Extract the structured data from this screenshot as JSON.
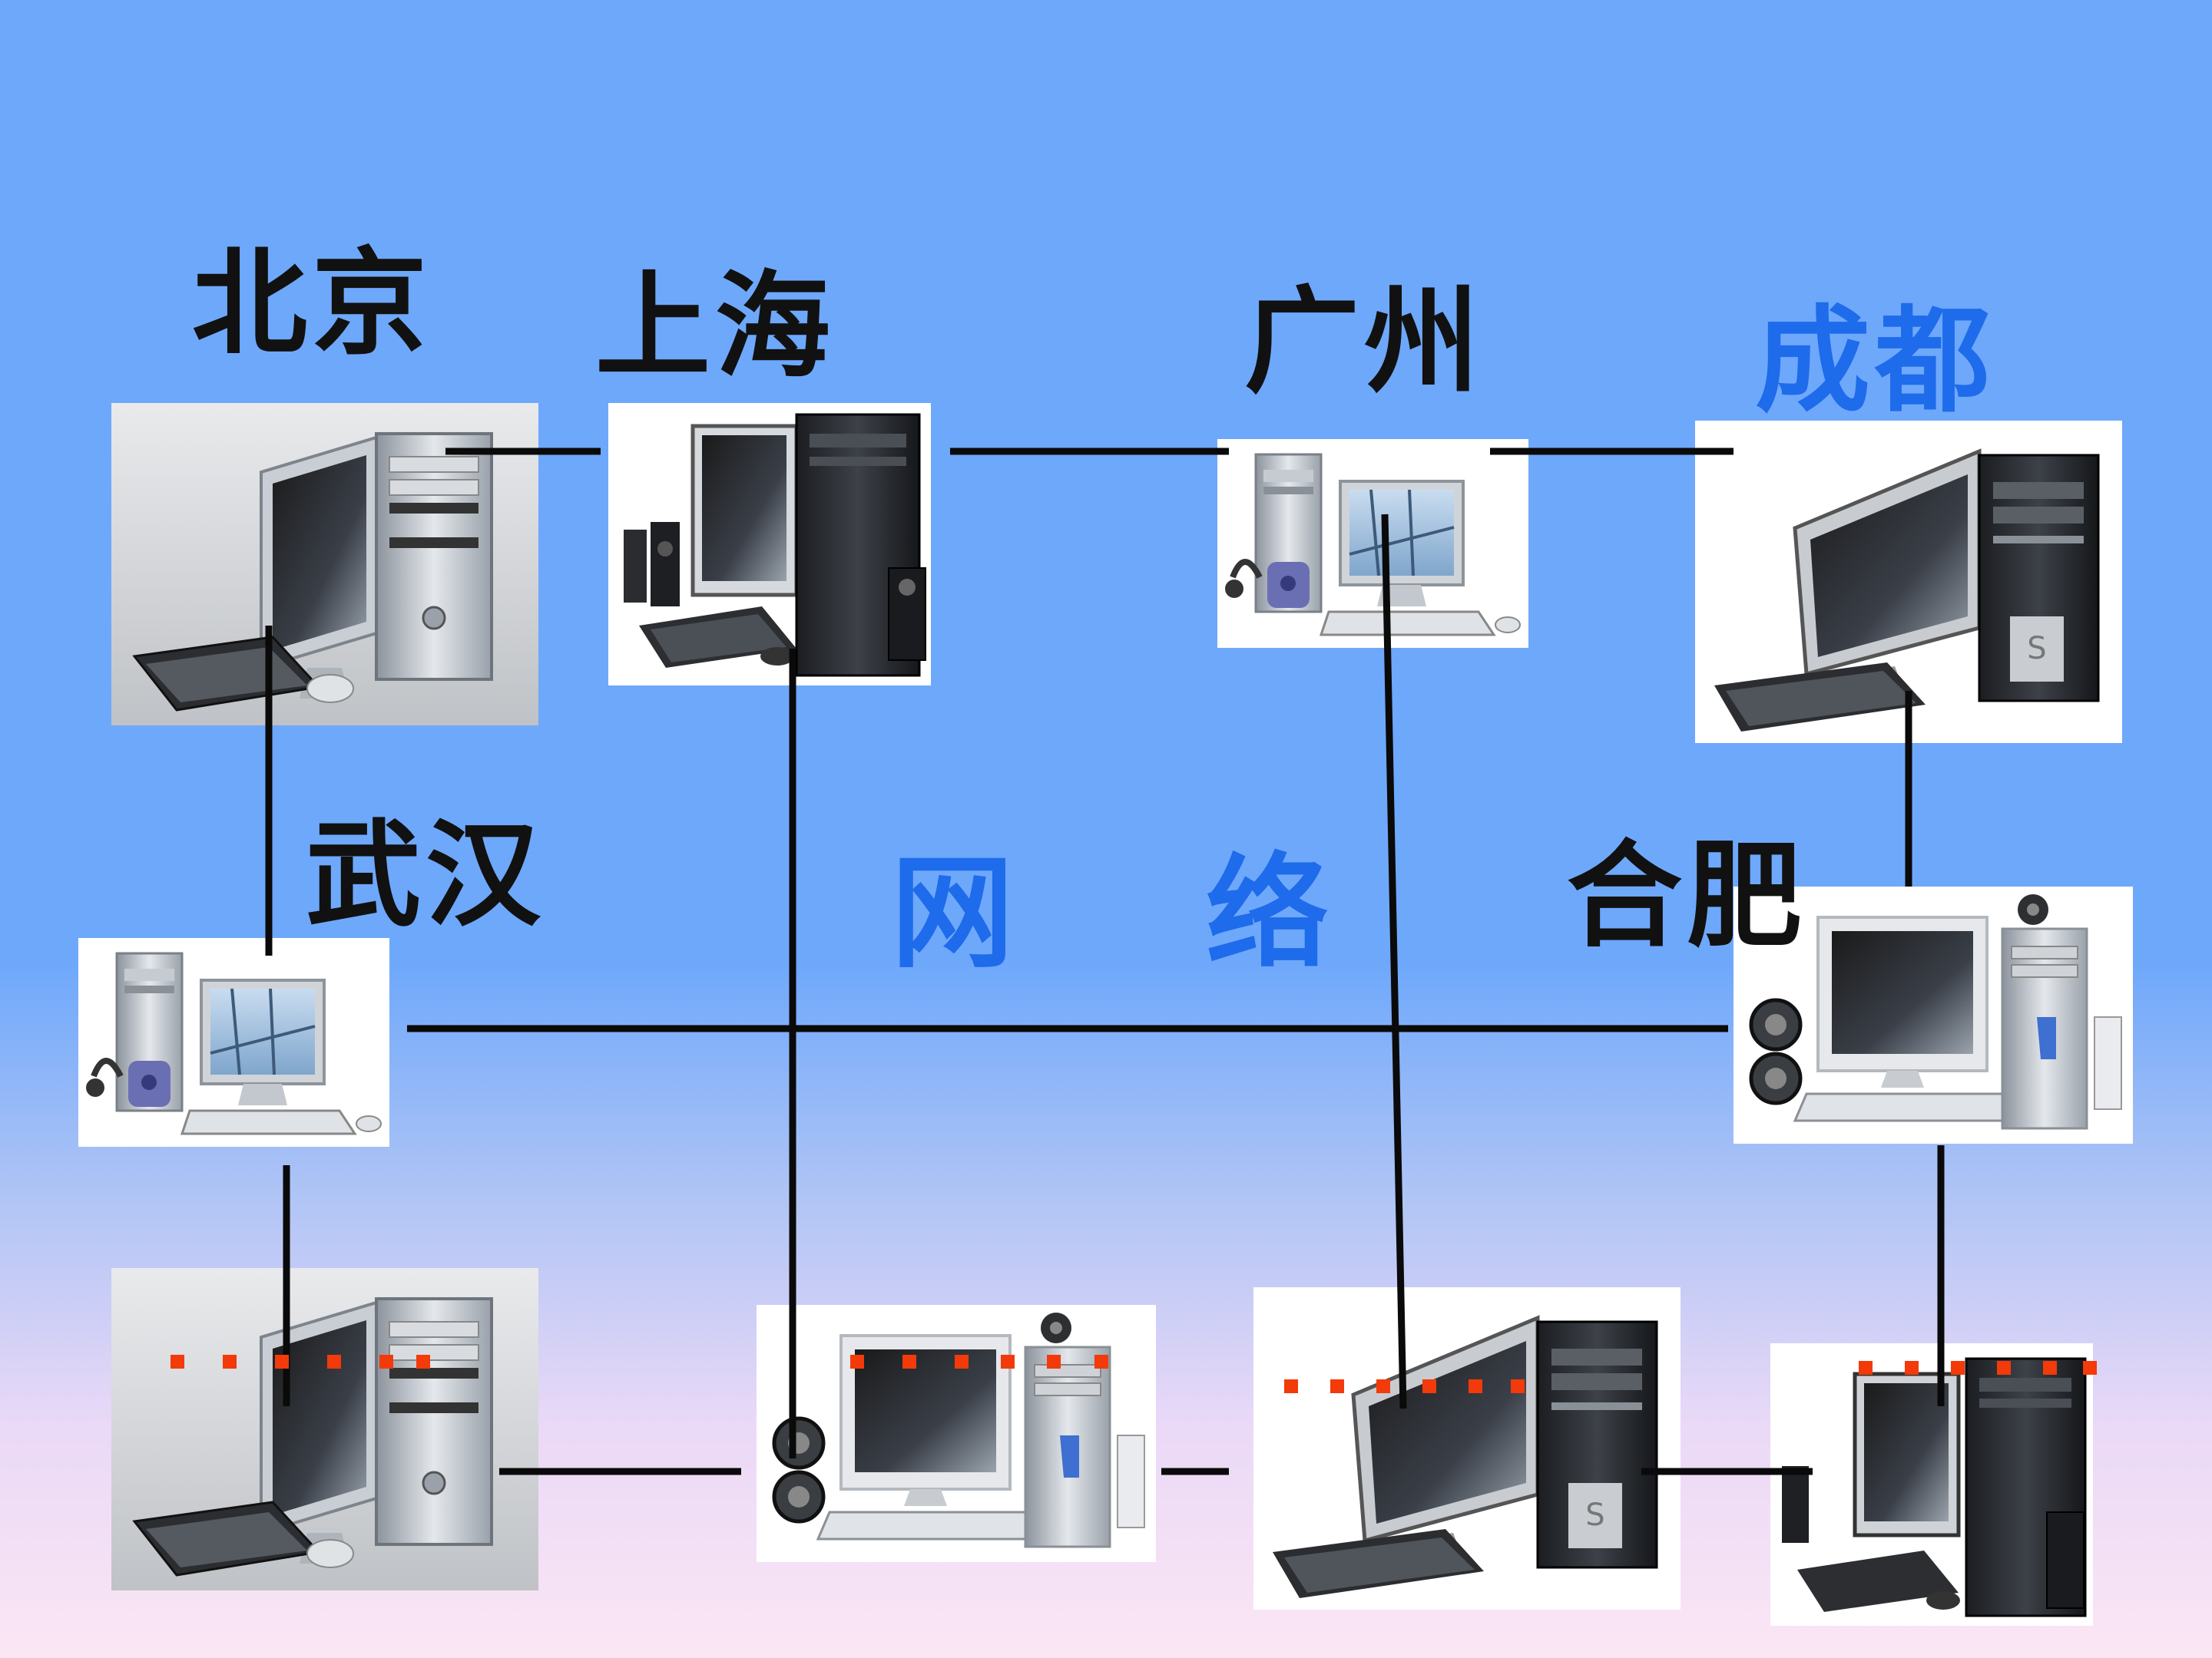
{
  "colors": {
    "label_dark": "#111111",
    "label_blue": "#1E6BEB",
    "link": "#0A0A0A",
    "dots": "#F23A0A"
  },
  "labels": {
    "beijing": "北京",
    "shanghai": "上海",
    "guangzhou": "广州",
    "chengdu": "成都",
    "wuhan": "武汉",
    "hefei": "合肥"
  },
  "center": {
    "word1": "网",
    "word2": "络"
  },
  "continuation": "......"
}
